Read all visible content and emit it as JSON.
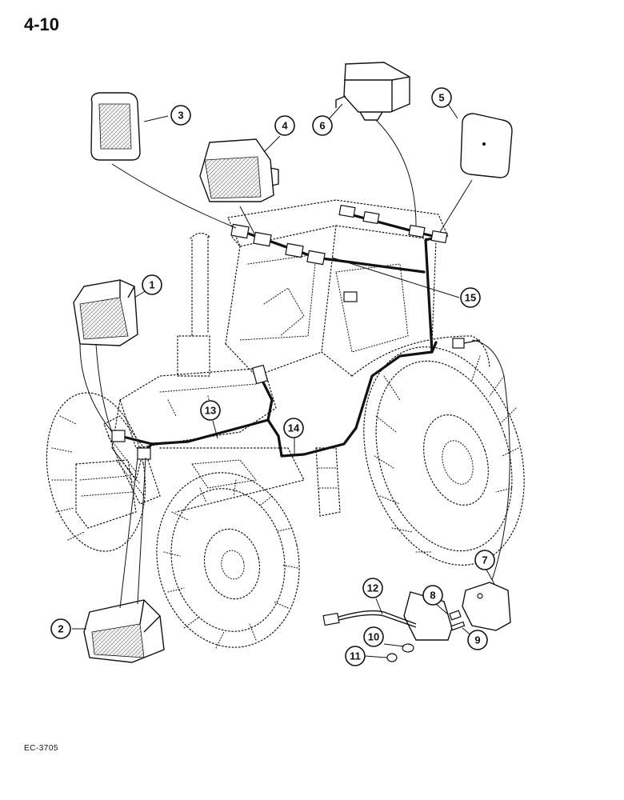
{
  "page": {
    "number": "4-10",
    "figure_code": "EC-3705"
  },
  "callouts": [
    {
      "label": "1"
    },
    {
      "label": "2"
    },
    {
      "label": "3"
    },
    {
      "label": "4"
    },
    {
      "label": "5"
    },
    {
      "label": "6"
    },
    {
      "label": "7"
    },
    {
      "label": "8"
    },
    {
      "label": "9"
    },
    {
      "label": "10"
    },
    {
      "label": "11"
    },
    {
      "label": "12"
    },
    {
      "label": "13"
    },
    {
      "label": "14"
    },
    {
      "label": "15"
    }
  ]
}
